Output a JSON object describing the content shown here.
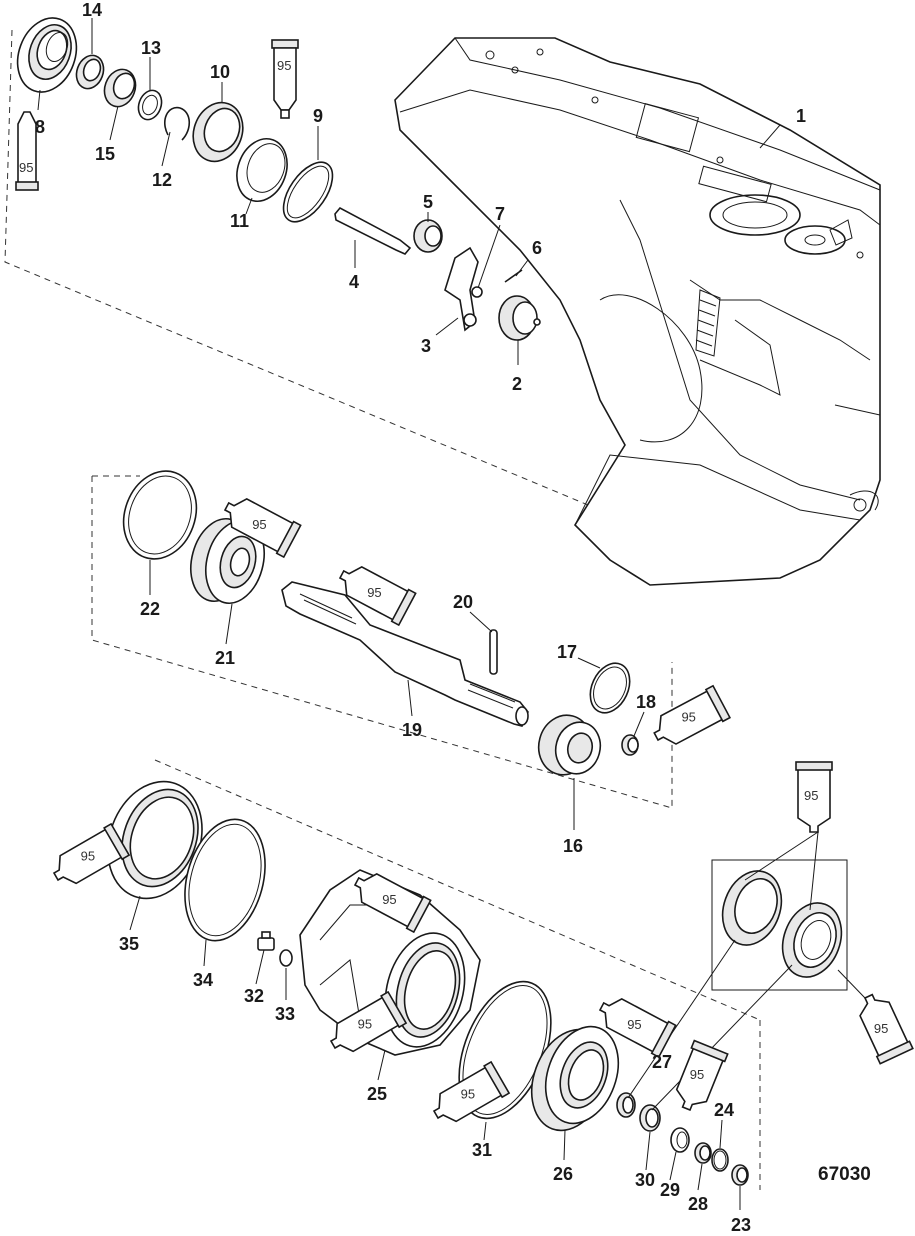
{
  "figure_id": "67030",
  "sealant_label": "95",
  "callouts": [
    "1",
    "2",
    "3",
    "4",
    "5",
    "6",
    "7",
    "8",
    "9",
    "10",
    "11",
    "12",
    "13",
    "14",
    "15",
    "16",
    "17",
    "18",
    "19",
    "20",
    "21",
    "22",
    "23",
    "24",
    "25",
    "26",
    "27",
    "28",
    "29",
    "30",
    "31",
    "32",
    "33",
    "34",
    "35"
  ]
}
